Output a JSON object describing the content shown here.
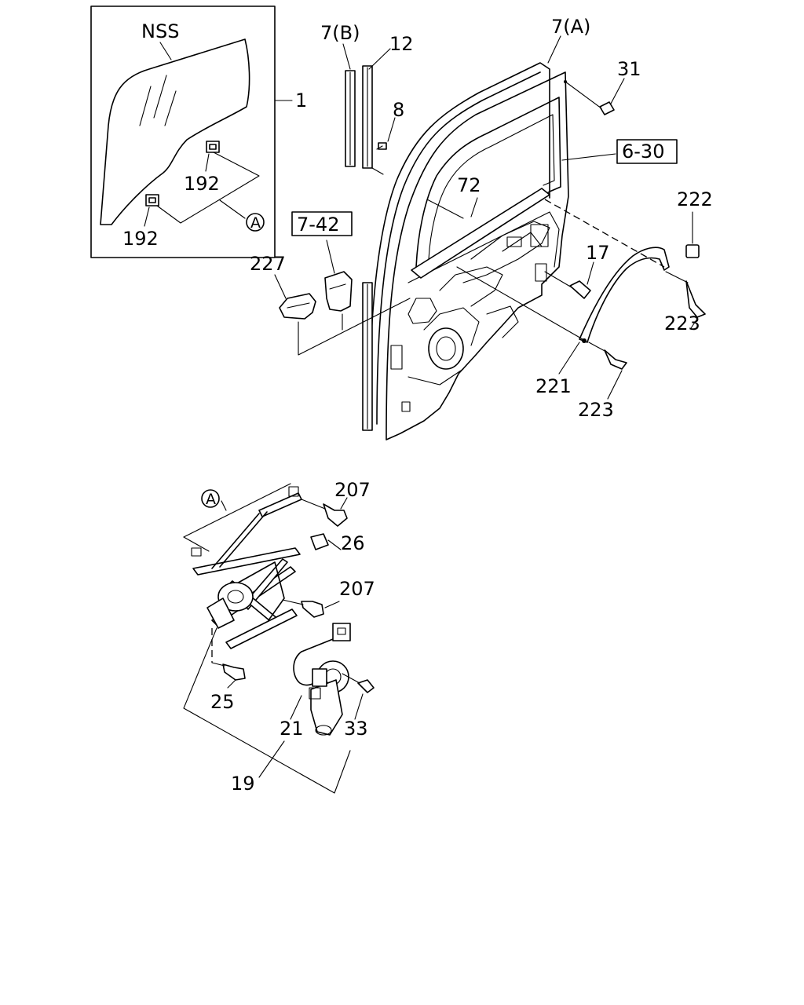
{
  "labels": {
    "nss": "NSS",
    "glass": "1",
    "clip_upper": "192",
    "clip_lower": "192",
    "ref_a_upper": "A",
    "ref_a_lower": "A",
    "channel_b": "7(B)",
    "channel_a": "7(A)",
    "guide": "12",
    "screw_8": "8",
    "bolt_31": "31",
    "ref_door": "6-30",
    "weatherstrip": "72",
    "ref_cover": "7-42",
    "cover": "227",
    "bolt_17": "17",
    "cap": "222",
    "screw_223_upper": "223",
    "screw_223_lower": "223",
    "molding": "221",
    "bolt_207_upper": "207",
    "nut_26": "26",
    "bolt_207_lower": "207",
    "bolt_25": "25",
    "motor": "21",
    "screw_33": "33",
    "regulator": "19"
  }
}
